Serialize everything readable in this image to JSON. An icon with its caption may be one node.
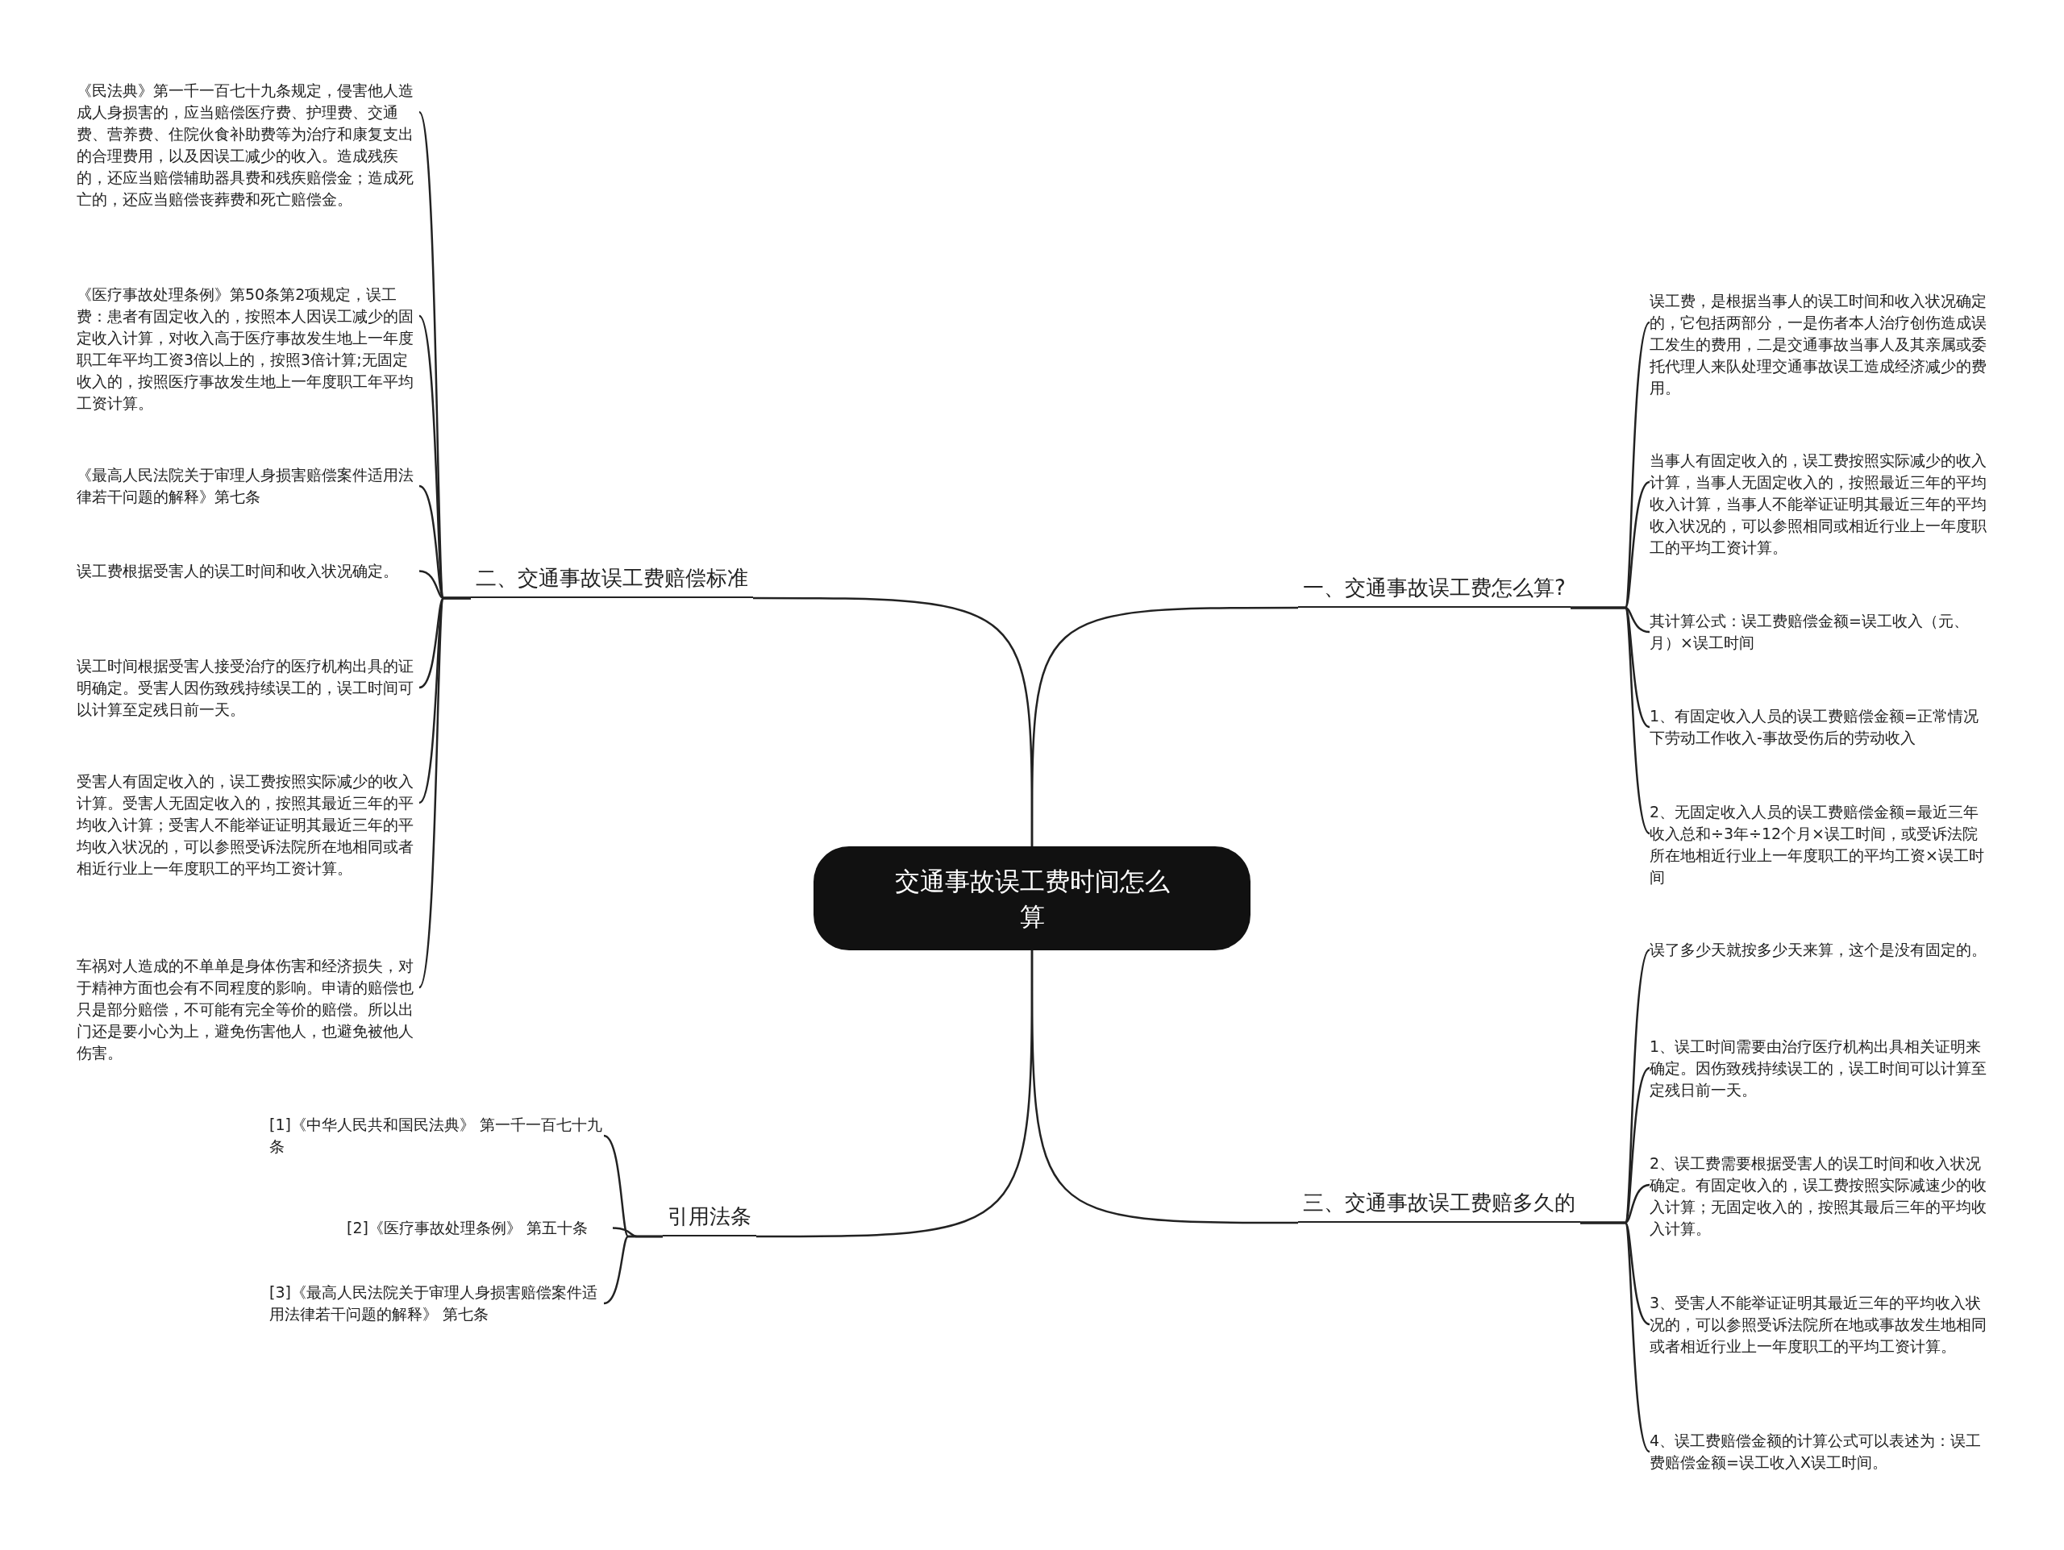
{
  "diagram": {
    "nodes": [
      {
        "text": [
          "交通事故误工费时间怎么算"
        ]
      },
      {
        "text": [
          "一、交通事故误工费怎么算?"
        ]
      },
      {
        "text": [
          "误工费，是根据当事人的误工时间和收入状况确定的，它包括两部分，一是伤者本人治疗创伤造成误工发生的费用，二是交通事故当事人及其亲属或委托代理人来队处理交通事故误工造成经济减少的费用。"
        ]
      },
      {
        "text": [
          "当事人有固定收入的，误工费按照实际减少的收入计算，当事人无固定收入的，按照最近三年的平均收入计算，当事人不能举证证明其最近三年的平均收入状况的，可以参照相同或相近行业上一年度职工的平均工资计算。"
        ]
      },
      {
        "text": [
          "其计算公式：误工费赔偿金额=误工收入（元、月）×误工时间"
        ]
      },
      {
        "text": [
          "1、有固定收入人员的误工费赔偿金额=正常情况下劳动工作收入-事故受伤后的劳动收入"
        ]
      },
      {
        "text": [
          "2、无固定收入人员的误工费赔偿金额=最近三年收入总和÷3年÷12个月×误工时间，或受诉法院所在地相近行业上一年度职工的平均工资×误工时间"
        ]
      },
      {
        "text": [
          "二、交通事故误工费赔偿标准"
        ]
      },
      {
        "text": [
          "《民法典》第一千一百七十九条规定，侵害他人造成人身损害的，应当赔偿医疗费、护理费、交通费、营养费、住院伙食补助费等为治疗和康复支出的合理费用，以及因误工减少的收入。造成残疾的，还应当赔偿辅助器具费和残疾赔偿金；造成死亡的，还应当赔偿丧葬费和死亡赔偿金。"
        ]
      },
      {
        "text": [
          "《医疗事故处理条例》第50条第2项规定，误工费：患者有固定收入的，按照本人因误工减少的固定收入计算，对收入高于医疗事故发生地上一年度职工年平均工资3倍以上的，按照3倍计算;无固定收入的，按照医疗事故发生地上一年度职工年平均工资计算。"
        ]
      },
      {
        "text": [
          "《最高人民法院关于审理人身损害赔偿案件适用法律若干问题的解释》第七条"
        ]
      },
      {
        "text": [
          "误工费根据受害人的误工时间和收入状况确定。"
        ]
      },
      {
        "text": [
          "误工时间根据受害人接受治疗的医疗机构出具的证明确定。受害人因伤致残持续误工的，误工时间可以计算至定残日前一天。"
        ]
      },
      {
        "text": [
          "受害人有固定收入的，误工费按照实际减少的收入计算。受害人无固定收入的，按照其最近三年的平均收入计算；受害人不能举证证明其最近三年的平均收入状况的，可以参照受诉法院所在地相同或者相近行业上一年度职工的平均工资计算。"
        ]
      },
      {
        "text": [
          "车祸对人造成的不单单是身体伤害和经济损失，对于精神方面也会有不同程度的影响。申请的赔偿也只是部分赔偿，不可能有完全等价的赔偿。所以出门还是要小心为上，避免伤害他人，也避免被他人伤害。"
        ]
      },
      {
        "text": [
          "三、交通事故误工费赔多久的"
        ]
      },
      {
        "text": [
          "误了多少天就按多少天来算，这个是没有固定的。"
        ]
      },
      {
        "text": [
          "1、误工时间需要由治疗医疗机构出具相关证明来确定。因伤致残持续误工的，误工时间可以计算至定残日前一天。"
        ]
      },
      {
        "text": [
          "2、误工费需要根据受害人的误工时间和收入状况确定。有固定收入的，误工费按照实际减速少的收入计算；无固定收入的，按照其最后三年的平均收入计算。"
        ]
      },
      {
        "text": [
          "3、受害人不能举证证明其最近三年的平均收入状况的，可以参照受诉法院所在地或事故发生地相同或者相近行业上一年度职工的平均工资计算。"
        ]
      },
      {
        "text": [
          "4、误工费赔偿金额的计算公式可以表述为：误工费赔偿金额=误工收入X误工时间。"
        ]
      },
      {
        "text": [
          "引用法条"
        ]
      },
      {
        "text": [
          "[1]《中华人民共和国民法典》 第一千一百七十九条"
        ]
      },
      {
        "text": [
          "[2]《医疗事故处理条例》 第五十条"
        ]
      },
      {
        "text": [
          "[3]《最高人民法院关于审理人身损害赔偿案件适用法律若干问题的解释》 第七条"
        ]
      }
    ],
    "edges": [
      {
        "from": 0,
        "to": 1,
        "arrow": "none"
      },
      {
        "from": 1,
        "to": 2,
        "arrow": "none"
      },
      {
        "from": 1,
        "to": 3,
        "arrow": "none"
      },
      {
        "from": 1,
        "to": 4,
        "arrow": "none"
      },
      {
        "from": 1,
        "to": 5,
        "arrow": "none"
      },
      {
        "from": 1,
        "to": 6,
        "arrow": "none"
      },
      {
        "from": 0,
        "to": 7,
        "arrow": "none"
      },
      {
        "from": 7,
        "to": 8,
        "arrow": "none"
      },
      {
        "from": 7,
        "to": 9,
        "arrow": "none"
      },
      {
        "from": 7,
        "to": 10,
        "arrow": "none"
      },
      {
        "from": 7,
        "to": 11,
        "arrow": "none"
      },
      {
        "from": 7,
        "to": 12,
        "arrow": "none"
      },
      {
        "from": 7,
        "to": 13,
        "arrow": "none"
      },
      {
        "from": 7,
        "to": 14,
        "arrow": "none"
      },
      {
        "from": 0,
        "to": 15,
        "arrow": "none"
      },
      {
        "from": 15,
        "to": 16,
        "arrow": "none"
      },
      {
        "from": 15,
        "to": 17,
        "arrow": "none"
      },
      {
        "from": 15,
        "to": 18,
        "arrow": "none"
      },
      {
        "from": 15,
        "to": 19,
        "arrow": "none"
      },
      {
        "from": 15,
        "to": 20,
        "arrow": "none"
      },
      {
        "from": 0,
        "to": 21,
        "arrow": "none"
      },
      {
        "from": 21,
        "to": 22,
        "arrow": "none"
      },
      {
        "from": 21,
        "to": 23,
        "arrow": "none"
      },
      {
        "from": 21,
        "to": 24,
        "arrow": "none"
      }
    ]
  }
}
